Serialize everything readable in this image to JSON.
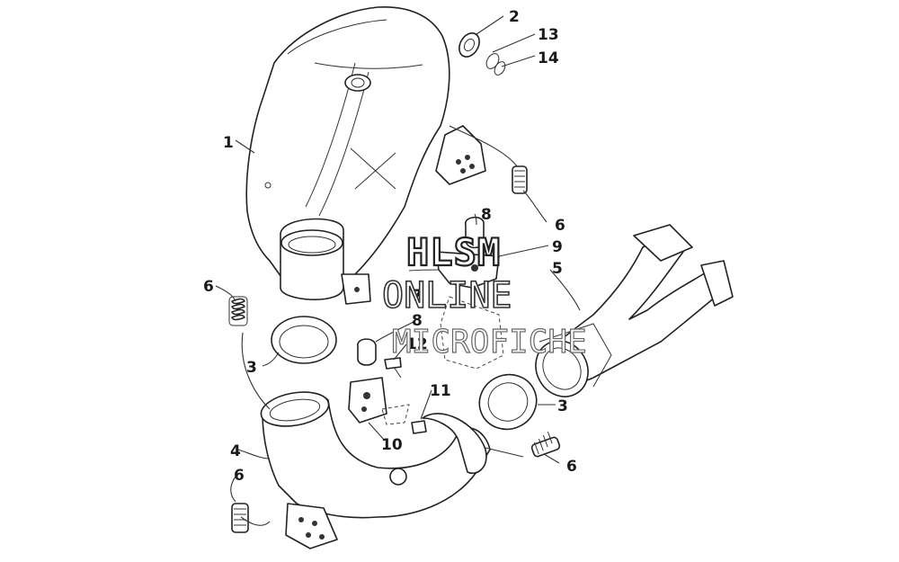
{
  "callouts": {
    "c1": "1",
    "c2": "2",
    "c3a": "3",
    "c3b": "3",
    "c4": "4",
    "c5": "5",
    "c6a": "6",
    "c6b": "6",
    "c6c": "6",
    "c6d": "6",
    "c7": "7",
    "c8a": "8",
    "c8b": "8",
    "c9": "9",
    "c10": "10",
    "c11": "11",
    "c12": "12",
    "c13": "13",
    "c14": "14"
  },
  "watermark": {
    "line1": "HLSM",
    "line2": "ONLINE",
    "line3": "MICROFICHE"
  }
}
